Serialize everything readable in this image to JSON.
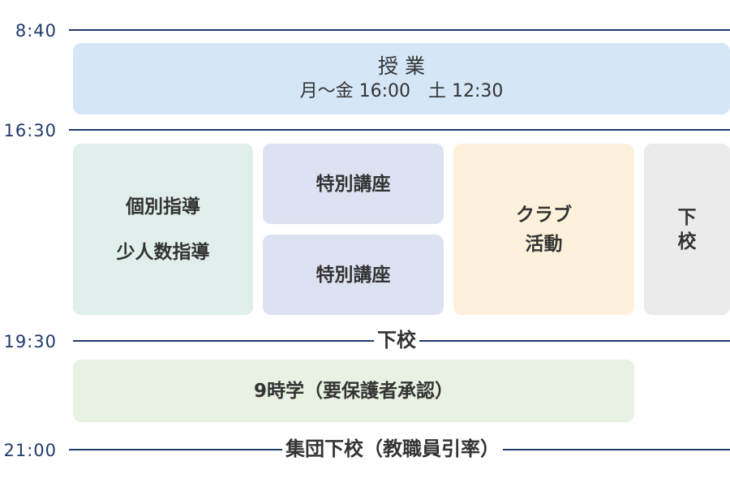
{
  "colors": {
    "line": "#1f3a6b",
    "text": "#333333",
    "lesson_bg": "#d5e6f7",
    "individual_bg": "#e0efeb",
    "special_bg": "#dde2f2",
    "club_bg": "#fdf1dc",
    "dismissal_bg": "#ebebeb",
    "extended_bg": "#e8f1e2"
  },
  "times": {
    "t1": "8:40",
    "t2": "16:30",
    "t3": "19:30",
    "t4": "21:00"
  },
  "lesson": {
    "title": "授 業",
    "subtitle": "月～金 16:00　土 12:30"
  },
  "individual": {
    "line1": "個別指導",
    "line2": "少人数指導"
  },
  "special_top": {
    "label": "特別講座"
  },
  "special_bottom": {
    "label": "特別講座"
  },
  "club": {
    "line1": "クラブ",
    "line2": "活動"
  },
  "dismissal_block": {
    "line1": "下",
    "line2": "校"
  },
  "line_labels": {
    "dismissal_1930": "下校",
    "group_dismissal": "集団下校（教職員引率）"
  },
  "extended": {
    "label": "9時学（要保護者承認）"
  }
}
